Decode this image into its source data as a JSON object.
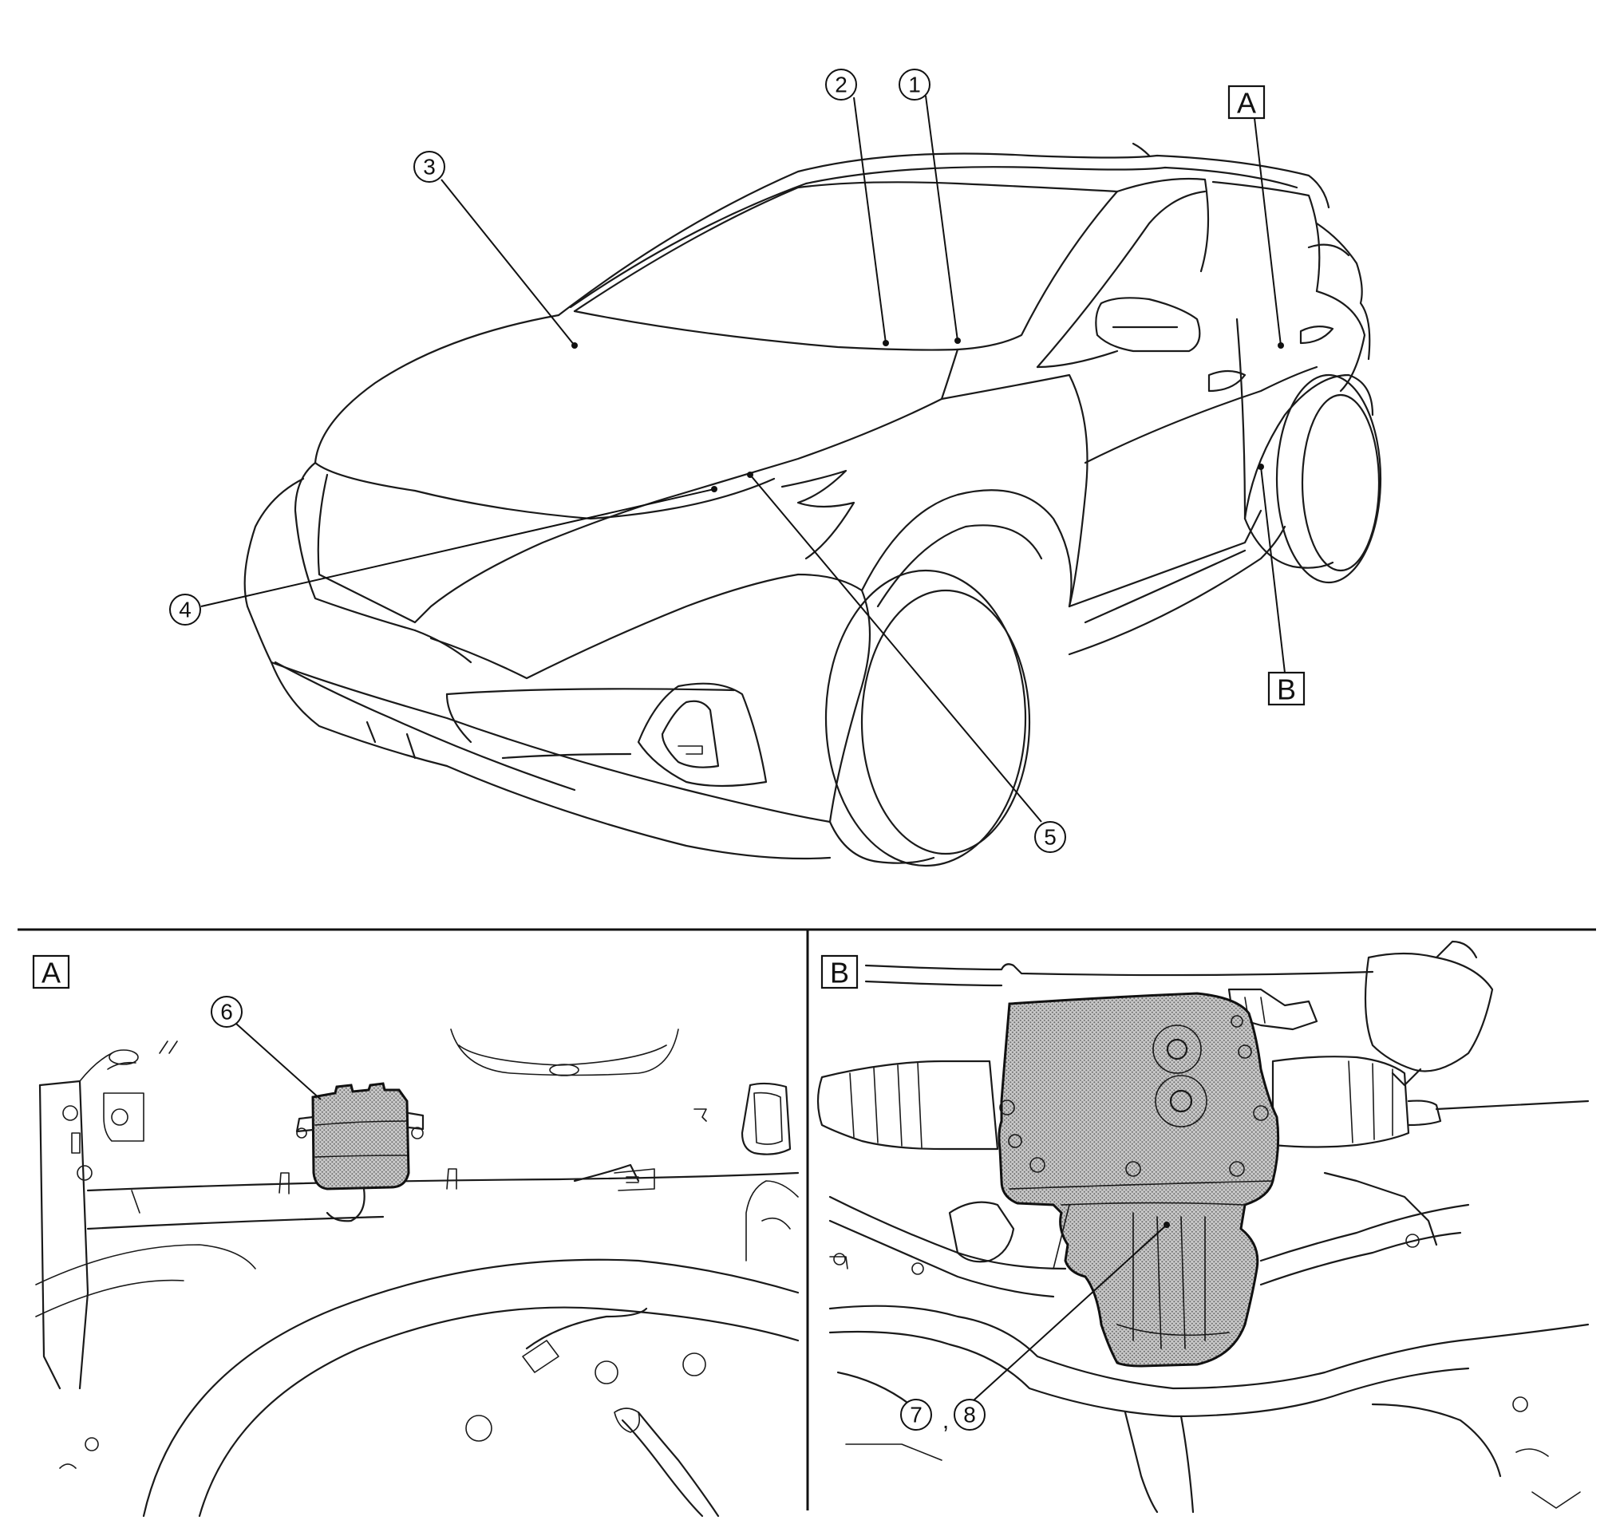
{
  "callouts": {
    "c1": "1",
    "c2": "2",
    "c3": "3",
    "c4": "4",
    "c5": "5",
    "c6": "6",
    "c7": "7",
    "c8": "8",
    "separator": ","
  },
  "view_labels": {
    "A": "A",
    "B": "B"
  },
  "colors": {
    "line": "#1a1a1a",
    "stipple": "#9a9a9a",
    "background": "#ffffff"
  }
}
